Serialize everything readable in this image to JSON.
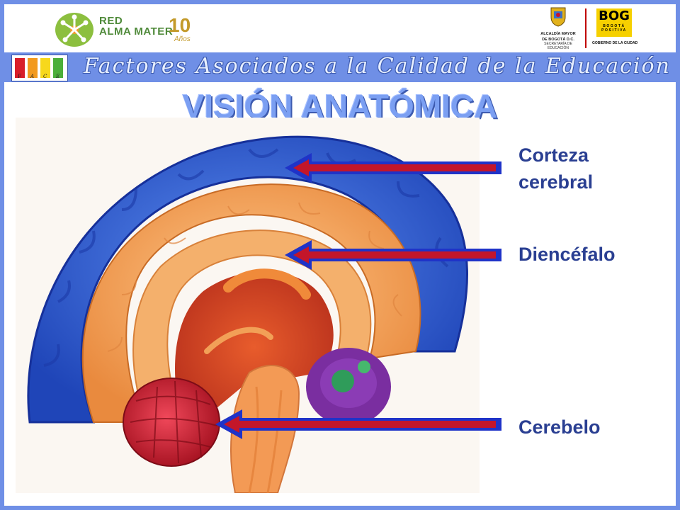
{
  "header": {
    "left_logo": {
      "line1": "RED",
      "line2": "ALMA MATER",
      "anniversary_number": "10",
      "anniversary_word": "Años"
    },
    "right_logo": {
      "alcaldia_line1": "ALCALDÍA MAYOR",
      "alcaldia_line2": "DE BOGOTÁ D.C.",
      "secretaria": "SECRETARÍA DE EDUCACIÓN",
      "bog_main": "BOG",
      "bog_sub": "BOGOTÁ POSITIVA",
      "gobierno": "GOBIERNO DE LA CIUDAD"
    }
  },
  "banner": {
    "face_letters": [
      "F",
      "A",
      "C",
      "E"
    ],
    "title": "Factores Asociados a la Calidad de la Educación"
  },
  "slide": {
    "title": "VISIÓN ANATÓMICA",
    "labels": {
      "corteza": "Corteza cerebral",
      "diencefalo": "Diencéfalo",
      "cerebelo": "Cerebelo"
    }
  },
  "colors": {
    "frame": "#6f8fe6",
    "label_text": "#2a3f92",
    "arrow_outline": "#1f33c8",
    "arrow_fill": "#c3162a",
    "cortex": "#2f5ecf",
    "white_matter": "#f2a25b",
    "cerebellum": "#d21f33",
    "thalamus": "#7a2ea0"
  }
}
